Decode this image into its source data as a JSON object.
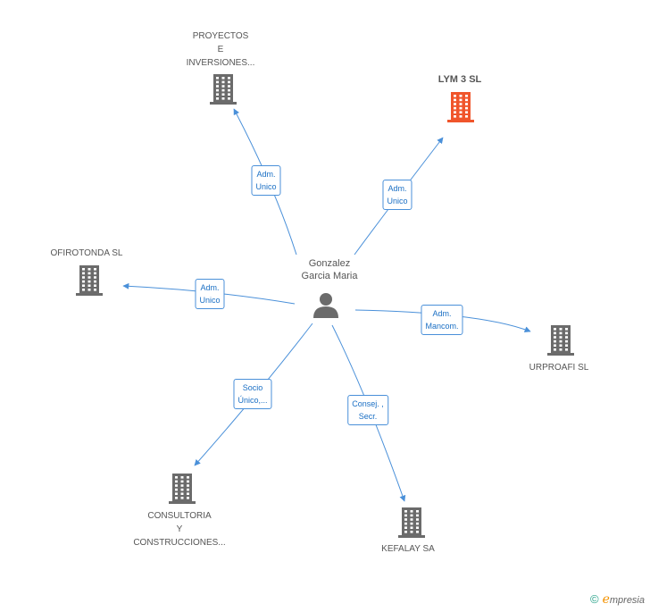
{
  "center": {
    "name": "Gonzalez\nGarcia Maria",
    "icon": "person-icon"
  },
  "nodes": [
    {
      "id": "proyectos",
      "name": "PROYECTOS\nE\nINVERSIONES...",
      "highlight": false
    },
    {
      "id": "lym3",
      "name": "LYM 3 SL",
      "highlight": true
    },
    {
      "id": "ofirotonda",
      "name": "OFIROTONDA SL",
      "highlight": false
    },
    {
      "id": "urproafi",
      "name": "URPROAFI SL",
      "highlight": false
    },
    {
      "id": "consultoria",
      "name": "CONSULTORIA\nY\nCONSTRUCCIONES...",
      "highlight": false
    },
    {
      "id": "kefalay",
      "name": "KEFALAY SA",
      "highlight": false
    }
  ],
  "edges": [
    {
      "to": "proyectos",
      "label": "Adm.\nUnico"
    },
    {
      "to": "lym3",
      "label": "Adm.\nUnico"
    },
    {
      "to": "ofirotonda",
      "label": "Adm.\nUnico"
    },
    {
      "to": "urproafi",
      "label": "Adm.\nMancom."
    },
    {
      "to": "consultoria",
      "label": "Socio\nÚnico,..."
    },
    {
      "to": "kefalay",
      "label": "Consej. ,\nSecr."
    }
  ],
  "colors": {
    "edge": "#4a90d9",
    "building": "#6b6b6b",
    "highlight": "#f0552b",
    "person": "#6b6b6b"
  },
  "footer": {
    "symbol": "©",
    "brand_initial": "e",
    "brand_rest": "mpresia"
  }
}
